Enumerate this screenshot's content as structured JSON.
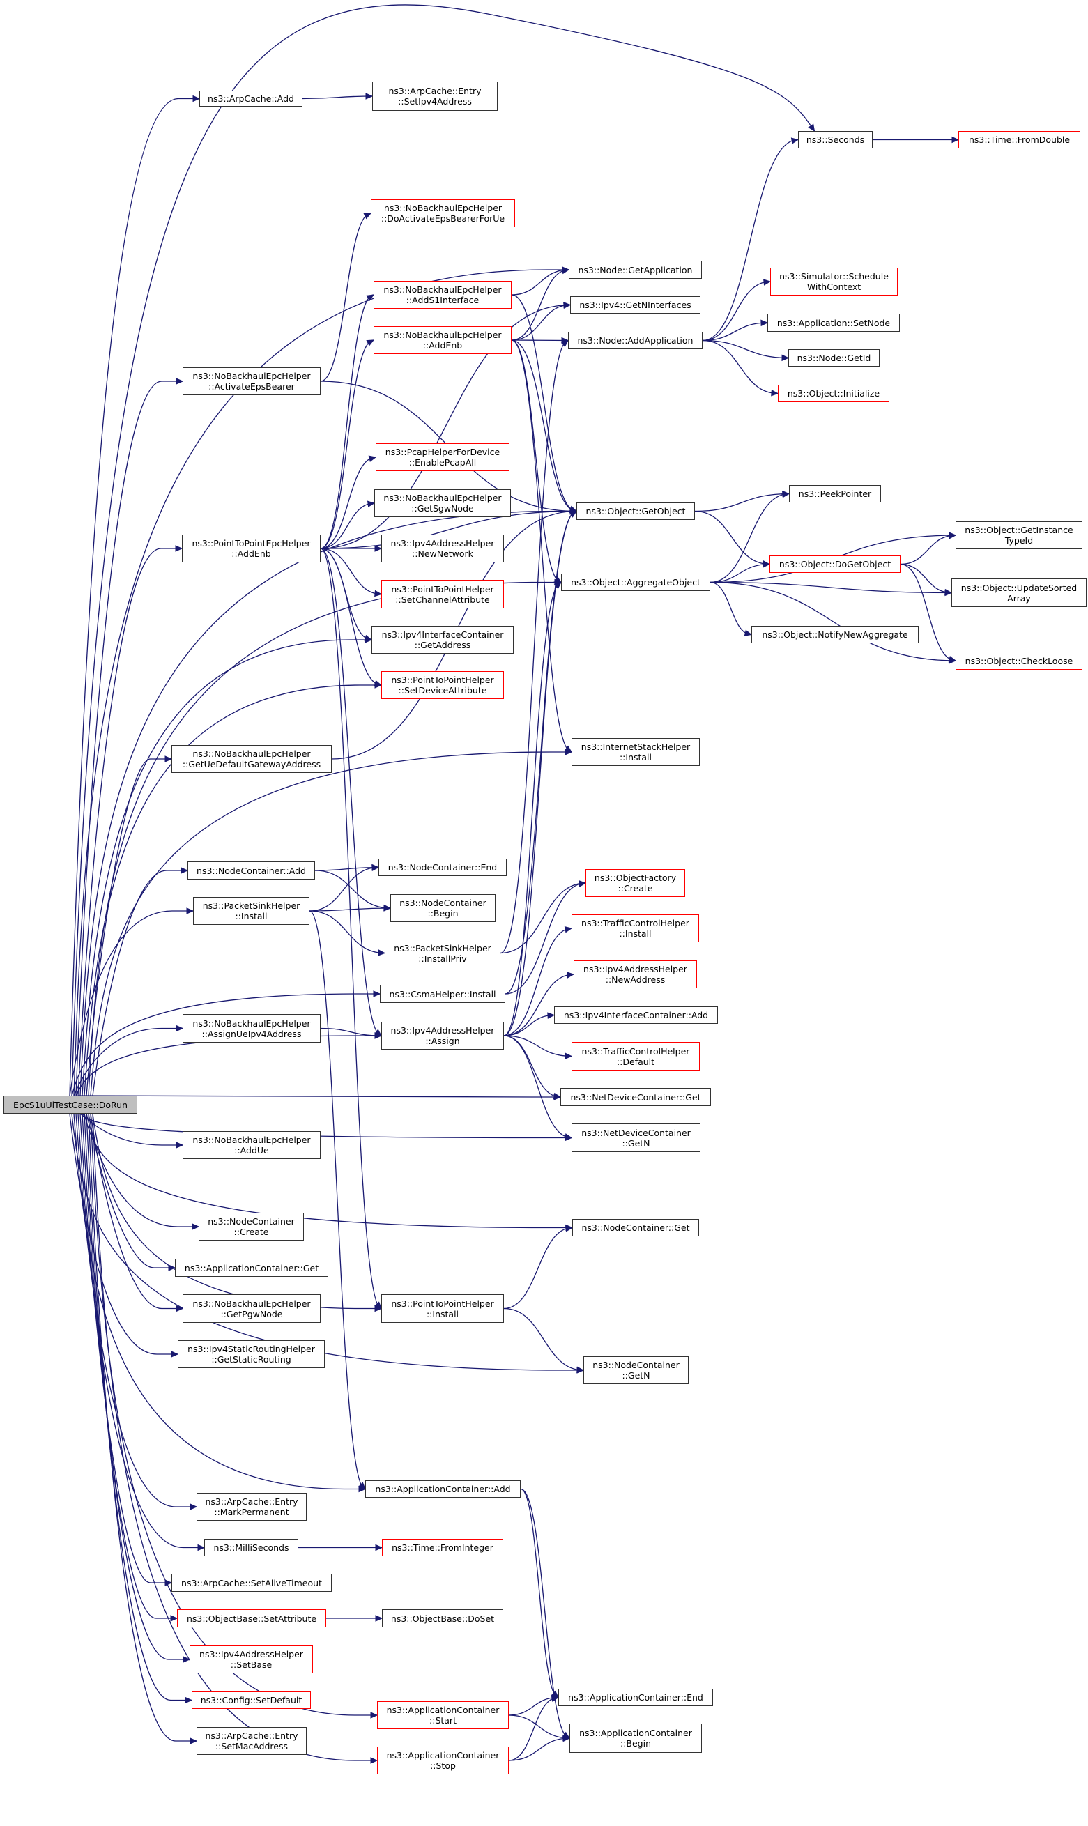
{
  "diagram": {
    "type": "call-graph",
    "root": "doRun",
    "colors": {
      "edge": "#191970",
      "documented_border": "#333333",
      "undocumented_border": "#ff0000",
      "root_fill": "#bfbfbf"
    },
    "nodes": [
      {
        "id": "doRun",
        "label": "EpcS1uUlTestCase::DoRun",
        "status": "root"
      },
      {
        "id": "arpAdd",
        "label": "ns3::ArpCache::Add",
        "status": "black"
      },
      {
        "id": "arpSetIpv4",
        "label": "ns3::ArpCache::Entry\n::SetIpv4Address",
        "status": "black"
      },
      {
        "id": "seconds",
        "label": "ns3::Seconds",
        "status": "black"
      },
      {
        "id": "fromDouble",
        "label": "ns3::Time::FromDouble",
        "status": "red"
      },
      {
        "id": "doActivate",
        "label": "ns3::NoBackhaulEpcHelper\n::DoActivateEpsBearerForUe",
        "status": "red"
      },
      {
        "id": "getApplication",
        "label": "ns3::Node::GetApplication",
        "status": "black"
      },
      {
        "id": "addS1",
        "label": "ns3::NoBackhaulEpcHelper\n::AddS1Interface",
        "status": "red"
      },
      {
        "id": "getNInterfaces",
        "label": "ns3::Ipv4::GetNInterfaces",
        "status": "black"
      },
      {
        "id": "nbAddEnb",
        "label": "ns3::NoBackhaulEpcHelper\n::AddEnb",
        "status": "red"
      },
      {
        "id": "addApplication",
        "label": "ns3::Node::AddApplication",
        "status": "black"
      },
      {
        "id": "scheduleCtx",
        "label": "ns3::Simulator::Schedule\nWithContext",
        "status": "red"
      },
      {
        "id": "appSetNode",
        "label": "ns3::Application::SetNode",
        "status": "black"
      },
      {
        "id": "nodeGetId",
        "label": "ns3::Node::GetId",
        "status": "black"
      },
      {
        "id": "objInit",
        "label": "ns3::Object::Initialize",
        "status": "red"
      },
      {
        "id": "activateEps",
        "label": "ns3::NoBackhaulEpcHelper\n::ActivateEpsBearer",
        "status": "black"
      },
      {
        "id": "pcapAll",
        "label": "ns3::PcapHelperForDevice\n::EnablePcapAll",
        "status": "red"
      },
      {
        "id": "getSgw",
        "label": "ns3::NoBackhaulEpcHelper\n::GetSgwNode",
        "status": "black"
      },
      {
        "id": "p2pAddEnb",
        "label": "ns3::PointToPointEpcHelper\n::AddEnb",
        "status": "black"
      },
      {
        "id": "newNetwork",
        "label": "ns3::Ipv4AddressHelper\n::NewNetwork",
        "status": "black"
      },
      {
        "id": "setChannelAttr",
        "label": "ns3::PointToPointHelper\n::SetChannelAttribute",
        "status": "red"
      },
      {
        "id": "ifGetAddress",
        "label": "ns3::Ipv4InterfaceContainer\n::GetAddress",
        "status": "black"
      },
      {
        "id": "setDeviceAttr",
        "label": "ns3::PointToPointHelper\n::SetDeviceAttribute",
        "status": "red"
      },
      {
        "id": "getObject",
        "label": "ns3::Object::GetObject",
        "status": "black"
      },
      {
        "id": "peekPointer",
        "label": "ns3::PeekPointer",
        "status": "black"
      },
      {
        "id": "getInstanceTypeId",
        "label": "ns3::Object::GetInstance\nTypeId",
        "status": "black"
      },
      {
        "id": "doGetObject",
        "label": "ns3::Object::DoGetObject",
        "status": "red"
      },
      {
        "id": "aggregateObject",
        "label": "ns3::Object::AggregateObject",
        "status": "black"
      },
      {
        "id": "updateSorted",
        "label": "ns3::Object::UpdateSorted\nArray",
        "status": "black"
      },
      {
        "id": "notifyNewAgg",
        "label": "ns3::Object::NotifyNewAggregate",
        "status": "black"
      },
      {
        "id": "checkLoose",
        "label": "ns3::Object::CheckLoose",
        "status": "red"
      },
      {
        "id": "getUeGw",
        "label": "ns3::NoBackhaulEpcHelper\n::GetUeDefaultGatewayAddress",
        "status": "black"
      },
      {
        "id": "internetStack",
        "label": "ns3::InternetStackHelper\n::Install",
        "status": "black"
      },
      {
        "id": "ncAdd",
        "label": "ns3::NodeContainer::Add",
        "status": "black"
      },
      {
        "id": "ncEnd",
        "label": "ns3::NodeContainer::End",
        "status": "black"
      },
      {
        "id": "ncBegin",
        "label": "ns3::NodeContainer\n::Begin",
        "status": "black"
      },
      {
        "id": "psInstall",
        "label": "ns3::PacketSinkHelper\n::Install",
        "status": "black"
      },
      {
        "id": "psInstallPriv",
        "label": "ns3::PacketSinkHelper\n::InstallPriv",
        "status": "black"
      },
      {
        "id": "objFactoryCreate",
        "label": "ns3::ObjectFactory\n::Create",
        "status": "red"
      },
      {
        "id": "tcInstall",
        "label": "ns3::TrafficControlHelper\n::Install",
        "status": "red"
      },
      {
        "id": "newAddress",
        "label": "ns3::Ipv4AddressHelper\n::NewAddress",
        "status": "red"
      },
      {
        "id": "csmaInstall",
        "label": "ns3::CsmaHelper::Install",
        "status": "black"
      },
      {
        "id": "ifAdd",
        "label": "ns3::Ipv4InterfaceContainer::Add",
        "status": "black"
      },
      {
        "id": "assignUeIpv4",
        "label": "ns3::NoBackhaulEpcHelper\n::AssignUeIpv4Address",
        "status": "black"
      },
      {
        "id": "ipv4Assign",
        "label": "ns3::Ipv4AddressHelper\n::Assign",
        "status": "black"
      },
      {
        "id": "tcDefault",
        "label": "ns3::TrafficControlHelper\n::Default",
        "status": "red"
      },
      {
        "id": "ndcGet",
        "label": "ns3::NetDeviceContainer::Get",
        "status": "black"
      },
      {
        "id": "ndcGetN",
        "label": "ns3::NetDeviceContainer\n::GetN",
        "status": "black"
      },
      {
        "id": "addUe",
        "label": "ns3::NoBackhaulEpcHelper\n::AddUe",
        "status": "black"
      },
      {
        "id": "ncGet",
        "label": "ns3::NodeContainer::Get",
        "status": "black"
      },
      {
        "id": "ncCreate",
        "label": "ns3::NodeContainer\n::Create",
        "status": "black"
      },
      {
        "id": "acGet",
        "label": "ns3::ApplicationContainer::Get",
        "status": "black"
      },
      {
        "id": "getPgw",
        "label": "ns3::NoBackhaulEpcHelper\n::GetPgwNode",
        "status": "black"
      },
      {
        "id": "p2pInstall",
        "label": "ns3::PointToPointHelper\n::Install",
        "status": "black"
      },
      {
        "id": "staticRouting",
        "label": "ns3::Ipv4StaticRoutingHelper\n::GetStaticRouting",
        "status": "black"
      },
      {
        "id": "ncGetN",
        "label": "ns3::NodeContainer\n::GetN",
        "status": "black"
      },
      {
        "id": "acAdd",
        "label": "ns3::ApplicationContainer::Add",
        "status": "black"
      },
      {
        "id": "markPermanent",
        "label": "ns3::ArpCache::Entry\n::MarkPermanent",
        "status": "black"
      },
      {
        "id": "milliSeconds",
        "label": "ns3::MilliSeconds",
        "status": "black"
      },
      {
        "id": "fromInteger",
        "label": "ns3::Time::FromInteger",
        "status": "red"
      },
      {
        "id": "setAlive",
        "label": "ns3::ArpCache::SetAliveTimeout",
        "status": "black"
      },
      {
        "id": "setAttribute",
        "label": "ns3::ObjectBase::SetAttribute",
        "status": "red"
      },
      {
        "id": "doSet",
        "label": "ns3::ObjectBase::DoSet",
        "status": "black"
      },
      {
        "id": "setBase",
        "label": "ns3::Ipv4AddressHelper\n::SetBase",
        "status": "red"
      },
      {
        "id": "configDefault",
        "label": "ns3::Config::SetDefault",
        "status": "red"
      },
      {
        "id": "acStart",
        "label": "ns3::ApplicationContainer\n::Start",
        "status": "red"
      },
      {
        "id": "acEnd",
        "label": "ns3::ApplicationContainer::End",
        "status": "black"
      },
      {
        "id": "setMac",
        "label": "ns3::ArpCache::Entry\n::SetMacAddress",
        "status": "black"
      },
      {
        "id": "acStop",
        "label": "ns3::ApplicationContainer\n::Stop",
        "status": "red"
      },
      {
        "id": "acBegin",
        "label": "ns3::ApplicationContainer\n::Begin",
        "status": "black"
      }
    ],
    "edges": [
      [
        "doRun",
        "arpAdd"
      ],
      [
        "doRun",
        "seconds"
      ],
      [
        "doRun",
        "getApplication"
      ],
      [
        "doRun",
        "activateEps"
      ],
      [
        "doRun",
        "p2pAddEnb"
      ],
      [
        "doRun",
        "getObject"
      ],
      [
        "doRun",
        "ifGetAddress"
      ],
      [
        "doRun",
        "setDeviceAttr"
      ],
      [
        "doRun",
        "getUeGw"
      ],
      [
        "doRun",
        "aggregateObject"
      ],
      [
        "doRun",
        "internetStack"
      ],
      [
        "doRun",
        "ncAdd"
      ],
      [
        "doRun",
        "psInstall"
      ],
      [
        "doRun",
        "csmaInstall"
      ],
      [
        "doRun",
        "assignUeIpv4"
      ],
      [
        "doRun",
        "ipv4Assign"
      ],
      [
        "doRun",
        "ndcGet"
      ],
      [
        "doRun",
        "ndcGetN"
      ],
      [
        "doRun",
        "addUe"
      ],
      [
        "doRun",
        "ncGet"
      ],
      [
        "doRun",
        "ncCreate"
      ],
      [
        "doRun",
        "acGet"
      ],
      [
        "doRun",
        "getPgw"
      ],
      [
        "doRun",
        "p2pInstall"
      ],
      [
        "doRun",
        "staticRouting"
      ],
      [
        "doRun",
        "ncGetN"
      ],
      [
        "doRun",
        "acAdd"
      ],
      [
        "doRun",
        "markPermanent"
      ],
      [
        "doRun",
        "milliSeconds"
      ],
      [
        "doRun",
        "setAlive"
      ],
      [
        "doRun",
        "setAttribute"
      ],
      [
        "doRun",
        "setBase"
      ],
      [
        "doRun",
        "configDefault"
      ],
      [
        "doRun",
        "setMac"
      ],
      [
        "doRun",
        "acStart"
      ],
      [
        "doRun",
        "acStop"
      ],
      [
        "arpAdd",
        "arpSetIpv4"
      ],
      [
        "seconds",
        "fromDouble"
      ],
      [
        "activateEps",
        "doActivate"
      ],
      [
        "activateEps",
        "getObject"
      ],
      [
        "p2pAddEnb",
        "addS1"
      ],
      [
        "p2pAddEnb",
        "nbAddEnb"
      ],
      [
        "p2pAddEnb",
        "pcapAll"
      ],
      [
        "p2pAddEnb",
        "getSgw"
      ],
      [
        "p2pAddEnb",
        "newNetwork"
      ],
      [
        "p2pAddEnb",
        "setChannelAttr"
      ],
      [
        "p2pAddEnb",
        "ifGetAddress"
      ],
      [
        "p2pAddEnb",
        "setDeviceAttr"
      ],
      [
        "p2pAddEnb",
        "getObject"
      ],
      [
        "p2pAddEnb",
        "ipv4Assign"
      ],
      [
        "p2pAddEnb",
        "p2pInstall"
      ],
      [
        "p2pAddEnb",
        "getNInterfaces"
      ],
      [
        "addS1",
        "getApplication"
      ],
      [
        "addS1",
        "getObject"
      ],
      [
        "nbAddEnb",
        "getApplication"
      ],
      [
        "nbAddEnb",
        "getNInterfaces"
      ],
      [
        "nbAddEnb",
        "addApplication"
      ],
      [
        "nbAddEnb",
        "getObject"
      ],
      [
        "nbAddEnb",
        "aggregateObject"
      ],
      [
        "nbAddEnb",
        "internetStack"
      ],
      [
        "addApplication",
        "seconds"
      ],
      [
        "addApplication",
        "scheduleCtx"
      ],
      [
        "addApplication",
        "appSetNode"
      ],
      [
        "addApplication",
        "nodeGetId"
      ],
      [
        "addApplication",
        "objInit"
      ],
      [
        "getObject",
        "peekPointer"
      ],
      [
        "getObject",
        "doGetObject"
      ],
      [
        "doGetObject",
        "getInstanceTypeId"
      ],
      [
        "doGetObject",
        "updateSorted"
      ],
      [
        "doGetObject",
        "checkLoose"
      ],
      [
        "aggregateObject",
        "peekPointer"
      ],
      [
        "aggregateObject",
        "getInstanceTypeId"
      ],
      [
        "aggregateObject",
        "doGetObject"
      ],
      [
        "aggregateObject",
        "updateSorted"
      ],
      [
        "aggregateObject",
        "notifyNewAgg"
      ],
      [
        "aggregateObject",
        "checkLoose"
      ],
      [
        "getUeGw",
        "getObject"
      ],
      [
        "ncAdd",
        "ncEnd"
      ],
      [
        "ncAdd",
        "ncBegin"
      ],
      [
        "psInstall",
        "ncEnd"
      ],
      [
        "psInstall",
        "ncBegin"
      ],
      [
        "psInstall",
        "psInstallPriv"
      ],
      [
        "psInstall",
        "acAdd"
      ],
      [
        "psInstallPriv",
        "objFactoryCreate"
      ],
      [
        "psInstallPriv",
        "addApplication"
      ],
      [
        "csmaInstall",
        "objFactoryCreate"
      ],
      [
        "csmaInstall",
        "getObject"
      ],
      [
        "assignUeIpv4",
        "ipv4Assign"
      ],
      [
        "ipv4Assign",
        "getObject"
      ],
      [
        "ipv4Assign",
        "aggregateObject"
      ],
      [
        "ipv4Assign",
        "tcInstall"
      ],
      [
        "ipv4Assign",
        "newAddress"
      ],
      [
        "ipv4Assign",
        "ifAdd"
      ],
      [
        "ipv4Assign",
        "tcDefault"
      ],
      [
        "ipv4Assign",
        "ndcGet"
      ],
      [
        "ipv4Assign",
        "ndcGetN"
      ],
      [
        "p2pInstall",
        "ncGet"
      ],
      [
        "p2pInstall",
        "ncGetN"
      ],
      [
        "acAdd",
        "acEnd"
      ],
      [
        "acAdd",
        "acBegin"
      ],
      [
        "milliSeconds",
        "fromInteger"
      ],
      [
        "setAttribute",
        "doSet"
      ],
      [
        "acStart",
        "acEnd"
      ],
      [
        "acStart",
        "acBegin"
      ],
      [
        "acStop",
        "acEnd"
      ],
      [
        "acStop",
        "acBegin"
      ]
    ]
  }
}
